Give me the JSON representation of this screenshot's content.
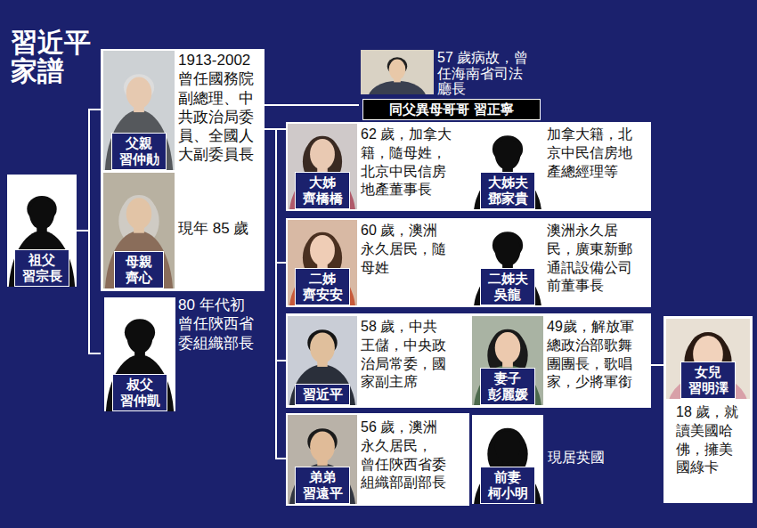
{
  "diagram": {
    "title": "習近平 家譜",
    "nodes": [
      {
        "text": [
          "祖父 習宗長"
        ]
      },
      {
        "text": [
          "父親 習仲勛",
          "1913-2002 曾任國務院 副總理、中 共政治局委 員、全國人 大副委員長"
        ]
      },
      {
        "text": [
          "母親 齊心",
          "現年 85 歲"
        ]
      },
      {
        "text": [
          "叔父 習仲凱",
          "80 年代初 曾任陝西省 委組織部長"
        ]
      },
      {
        "text": [
          "同父異母哥哥 習正寧",
          "57 歲病故，曾 任海南省司法 廳長"
        ]
      },
      {
        "text": [
          "大姊 齊橋橋",
          "62 歲，加拿大 籍，隨母姓， 北京中民信房 地產董事長"
        ]
      },
      {
        "text": [
          "大姊夫 鄧家貴",
          "加拿大籍，北 京中民信房地 產總經理等"
        ]
      },
      {
        "text": [
          "二姊 齊安安",
          "60 歲，澳洲 永久居民，隨 母姓"
        ]
      },
      {
        "text": [
          "二姊夫 吳龍",
          "澳洲永久居 民，廣東新郵 通訊設備公司 前董事長"
        ]
      },
      {
        "text": [
          "習近平",
          "58 歲，中共 王儲，中央政 治局常委，國 家副主席"
        ]
      },
      {
        "text": [
          "妻子 彭麗媛",
          "49歲，解放軍 總政治部歌舞 團團長，歌唱 家，少將軍銜"
        ]
      },
      {
        "text": [
          "女兒 習明澤",
          "18 歲，就 讀美國哈 佛，擁美 國綠卡"
        ]
      },
      {
        "text": [
          "弟弟 習遠平",
          "56 歲，澳洲 永久居民， 曾任陝西省委 組織部副部長"
        ]
      },
      {
        "text": [
          "前妻 柯小明",
          "現居英國"
        ]
      }
    ],
    "edges": [
      {
        "from": 0,
        "to": 1,
        "arrow": "none"
      },
      {
        "from": 0,
        "to": 3,
        "arrow": "none"
      },
      {
        "from": 1,
        "to": 4,
        "arrow": "none"
      },
      {
        "from": 1,
        "to": 5,
        "arrow": "none"
      },
      {
        "from": 1,
        "to": 7,
        "arrow": "none"
      },
      {
        "from": 1,
        "to": 9,
        "arrow": "none"
      },
      {
        "from": 1,
        "to": 12,
        "arrow": "none"
      },
      {
        "from": 10,
        "to": 11,
        "arrow": "none"
      }
    ]
  }
}
